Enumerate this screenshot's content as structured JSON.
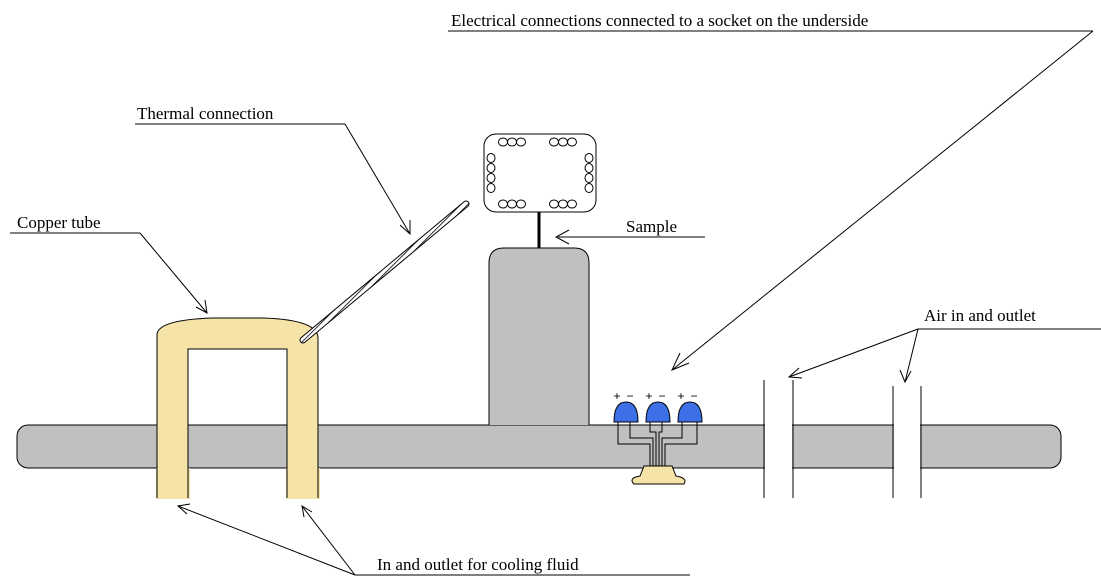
{
  "labels": {
    "electrical": "Electrical connections connected to a socket on the underside",
    "thermal": "Thermal connection",
    "copper": "Copper tube",
    "sample": "Sample",
    "air": "Air in and outlet",
    "cooling": "In and outlet for cooling fluid"
  },
  "connector_signs": [
    "+",
    "−",
    "+",
    "−",
    "+",
    "−"
  ],
  "colors": {
    "base": "#c0c0c0",
    "copper_tube": "#f5e3a7",
    "connector_cap": "#3d6fe8",
    "socket": "#f5e3a7",
    "line": "#000000"
  }
}
